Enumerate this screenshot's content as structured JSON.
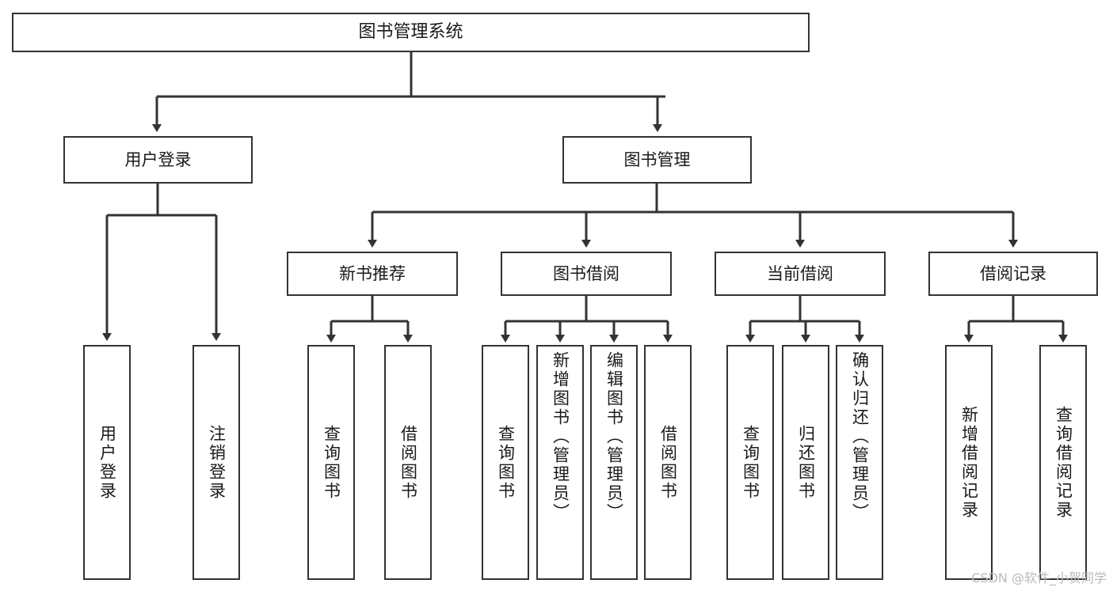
{
  "diagram": {
    "title": "图书管理系统",
    "watermark": "CSDN @软件_小贺同学",
    "colors": {
      "background": "#ffffff",
      "node_border": "#333333",
      "node_fill": "#ffffff",
      "edge": "#333333",
      "text": "#1a1a1a",
      "watermark": "#b9b9b9"
    }
  },
  "nodes": {
    "root": {
      "label": "图书管理系统"
    },
    "level2": [
      {
        "id": "user-login",
        "label": "用户登录"
      },
      {
        "id": "book-manage",
        "label": "图书管理"
      }
    ],
    "level3": [
      {
        "id": "new-book-recommend",
        "label": "新书推荐"
      },
      {
        "id": "book-borrow",
        "label": "图书借阅"
      },
      {
        "id": "current-borrow",
        "label": "当前借阅"
      },
      {
        "id": "borrow-record",
        "label": "借阅记录"
      }
    ],
    "leaves": {
      "user-login": [
        {
          "id": "leaf-user-login",
          "label": "用户登录"
        },
        {
          "id": "leaf-logout-login",
          "label": "注销登录"
        }
      ],
      "new-book-recommend": [
        {
          "id": "leaf-query-book-1",
          "label": "查询图书"
        },
        {
          "id": "leaf-borrow-book-1",
          "label": "借阅图书"
        }
      ],
      "book-borrow": [
        {
          "id": "leaf-query-book-2",
          "label": "查询图书"
        },
        {
          "id": "leaf-add-book",
          "label": "新增图书（管理员）"
        },
        {
          "id": "leaf-edit-book",
          "label": "编辑图书（管理员）"
        },
        {
          "id": "leaf-borrow-book-2",
          "label": "借阅图书"
        }
      ],
      "current-borrow": [
        {
          "id": "leaf-query-book-3",
          "label": "查询图书"
        },
        {
          "id": "leaf-return-book",
          "label": "归还图书"
        },
        {
          "id": "leaf-confirm-return",
          "label": "确认归还（管理员）"
        }
      ],
      "borrow-record": [
        {
          "id": "leaf-add-record",
          "label": "新增借阅记录"
        },
        {
          "id": "leaf-query-record",
          "label": "查询借阅记录"
        }
      ]
    }
  }
}
